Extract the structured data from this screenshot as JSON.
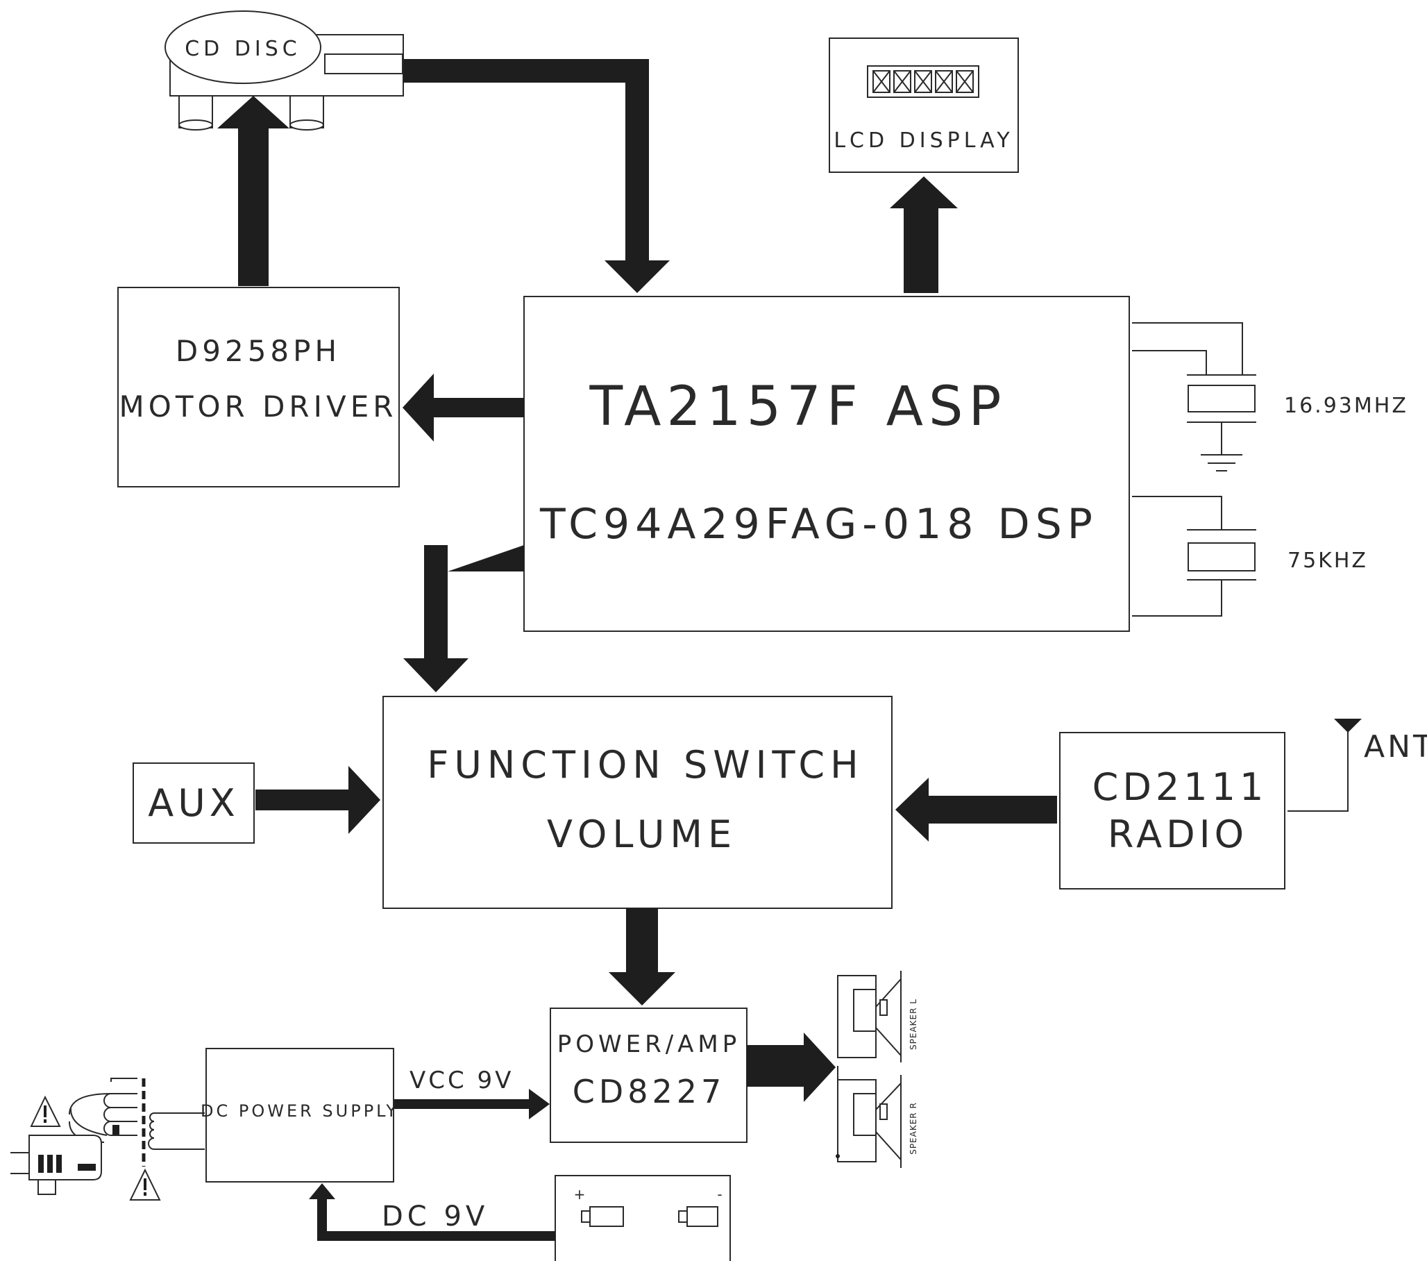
{
  "blocks": {
    "cd_disc": "CD DISC",
    "lcd_display": "LCD DISPLAY",
    "motor_driver": {
      "line1": "D9258PH",
      "line2": "MOTOR DRIVER"
    },
    "processor": {
      "line1": "TA2157F   ASP",
      "line2": "TC94A29FAG-018 DSP"
    },
    "function_switch": {
      "line1": "FUNCTION SWITCH",
      "line2": "VOLUME"
    },
    "aux": "AUX",
    "radio": {
      "line1": "CD2111",
      "line2": "RADIO"
    },
    "power_amp": {
      "line1": "POWER/AMP",
      "line2": "CD8227"
    },
    "dc_power_supply": "DC POWER SUPPLY"
  },
  "crystals": {
    "xtal1": "16.93MHZ",
    "xtal2": "75KHZ"
  },
  "antenna": "ANT",
  "speakers": {
    "left": "SPEAKER L",
    "right": "SPEAKER R"
  },
  "signals": {
    "vcc": "VCC 9V",
    "dc": "DC 9V"
  },
  "battery": {
    "plus": "+",
    "minus": "-"
  },
  "colors": {
    "ink": "#1e1e1e",
    "line": "#2a2a2a",
    "background": "#ffffff"
  }
}
